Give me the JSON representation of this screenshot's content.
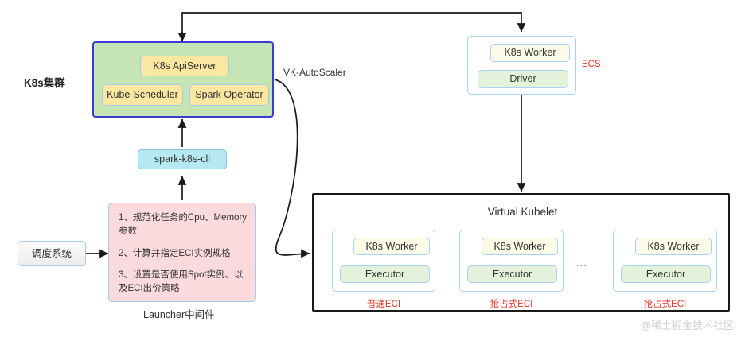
{
  "diagram": {
    "watermark": "@稀土掘金技术社区",
    "labels": {
      "k8s_cluster_title": "K8s集群",
      "vk_autoscaler": "VK-AutoScaler",
      "launcher_caption": "Launcher中间件",
      "virtual_kubelet_title": "Virtual Kubelet",
      "ecs_tag": "ECS",
      "ellipsis": "..."
    },
    "k8s_cluster": {
      "apiserver": "K8s ApiServer",
      "kube_scheduler": "Kube-Scheduler",
      "spark_operator": "Spark Operator"
    },
    "spark_cli": "spark-k8s-cli",
    "scheduler_system": "调度系统",
    "launcher_items": [
      "1、规范化任务的Cpu、Memory参数",
      "2、计算并指定ECI实例规格",
      "3、设置是否使用Spot实例、以及ECI出价策略"
    ],
    "ecs_box": {
      "worker": "K8s Worker",
      "driver": "Driver"
    },
    "eci_nodes": [
      {
        "worker": "K8s Worker",
        "executor": "Executor",
        "tag": "普通ECI"
      },
      {
        "worker": "K8s Worker",
        "executor": "Executor",
        "tag": "抢占式ECI"
      },
      {
        "worker": "K8s Worker",
        "executor": "Executor",
        "tag": "抢占式ECI"
      }
    ],
    "colors": {
      "cluster_fill": "#c5e6b4",
      "cluster_border": "#3b3bd4",
      "yellow_fill": "#fbe7a2",
      "cyan_fill": "#b5e8f0",
      "pink_fill": "#fadadd",
      "executor_fill": "#e4f2dc",
      "worker_fill": "#fbfbe8",
      "red_tag": "#e8342a",
      "edge": "#1a1a1a"
    }
  }
}
